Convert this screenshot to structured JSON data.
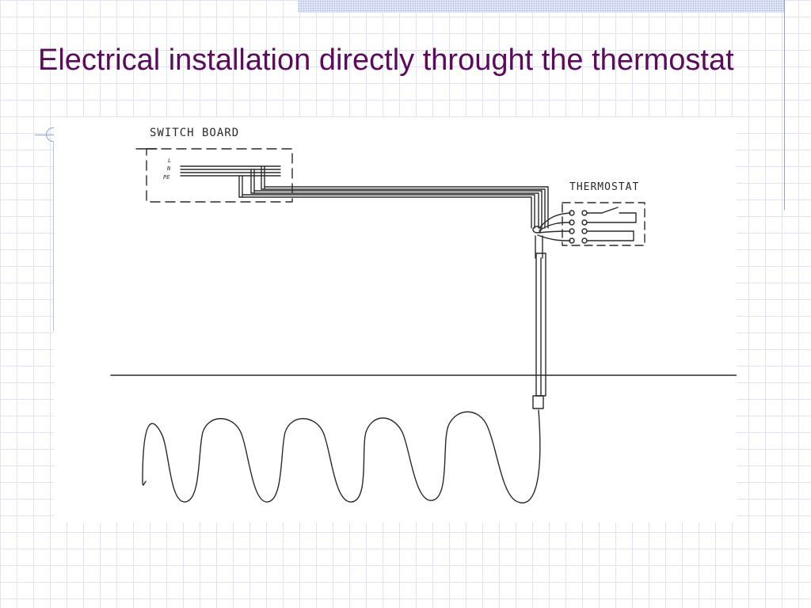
{
  "slide": {
    "title": "Electrical installation directly throught the thermostat"
  },
  "diagram": {
    "switch_board_label": "SWITCH BOARD",
    "thermostat_label": "THERMOSTAT",
    "conductor_labels": [
      "L",
      "N",
      "PE"
    ]
  },
  "colors": {
    "title": "#5b0a5c",
    "grid": "#dfe4f4",
    "accent": "#8fa3d9",
    "ink": "#2a2a2a"
  }
}
